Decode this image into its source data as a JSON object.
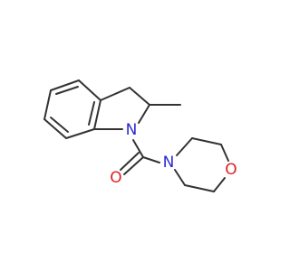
{
  "diagram": {
    "type": "chemical-structure",
    "colors": {
      "bond": "#333333",
      "nitrogen": "#2a2ad8",
      "oxygen": "#e02020",
      "background": "#ffffff"
    },
    "atom_labels": {
      "indoline_nitrogen": "N",
      "morpholine_nitrogen": "N",
      "carbonyl_oxygen": "O",
      "morpholine_oxygen": "O"
    }
  }
}
